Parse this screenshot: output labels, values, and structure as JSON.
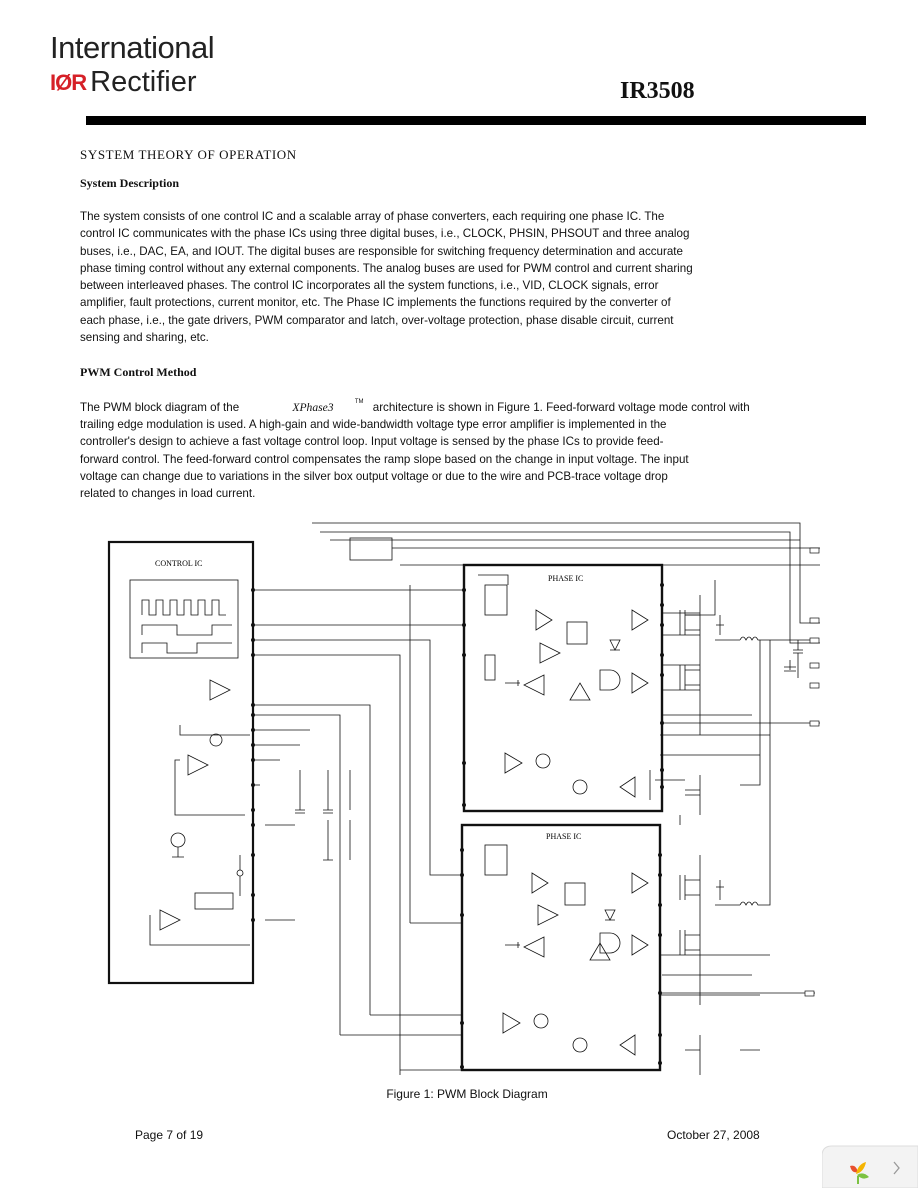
{
  "header": {
    "logo_line1": "International",
    "logo_ior": "IØR",
    "logo_line2": "Rectifier",
    "part_number": "IR3508"
  },
  "section_title": "SYSTEM THEORY OF OPERATION",
  "system_description": {
    "heading": "System Description",
    "lines": [
      "The system consists of one control IC and a scalable array of phase converters, each requiring one phase IC. The",
      "control IC communicates with the phase ICs using three digital buses, i.e., CLOCK, PHSIN, PHSOUT and three analog",
      "buses, i.e., DAC, EA, and IOUT. The digital buses are responsible for switching frequency determination and accurate",
      "phase timing control without any external components. The analog buses are used for PWM control and current sharing",
      "between interleaved phases. The control IC incorporates all the system functions, i.e., VID, CLOCK signals, error",
      "amplifier, fault protections, current monitor, etc. The Phase IC implements the functions required by the converter of",
      "each phase, i.e., the gate drivers, PWM comparator and latch, over-voltage protection, phase disable circuit, current",
      "sensing and sharing, etc."
    ]
  },
  "pwm_control": {
    "heading": "PWM Control Method",
    "line1_pre": "The PWM block diagram of the",
    "line1_brand": "XPhase3",
    "line1_tm": "TM",
    "line1_post": "architecture is shown in Figure 1. Feed-forward voltage mode control with",
    "lines": [
      "trailing edge modulation is used. A high-gain and wide-bandwidth voltage type error amplifier is implemented in the",
      "controller's design to achieve a fast voltage control loop. Input voltage is sensed by the phase ICs to provide feed-",
      "forward control. The feed-forward control compensates the ramp slope based on the change in input voltage. The input",
      "voltage can change due to variations  in the silver box output voltage or due to the  wire and  PCB-trace  voltage  drop",
      "related to changes in load current."
    ]
  },
  "diagram": {
    "control_ic_label": "CONTROL IC",
    "phase_ic_label_1": "PHASE IC",
    "phase_ic_label_2": "PHASE IC"
  },
  "figure_caption": "Figure 1: PWM Block Diagram",
  "footer": {
    "page": "Page 7 of 19",
    "date": "October 27, 2008"
  }
}
